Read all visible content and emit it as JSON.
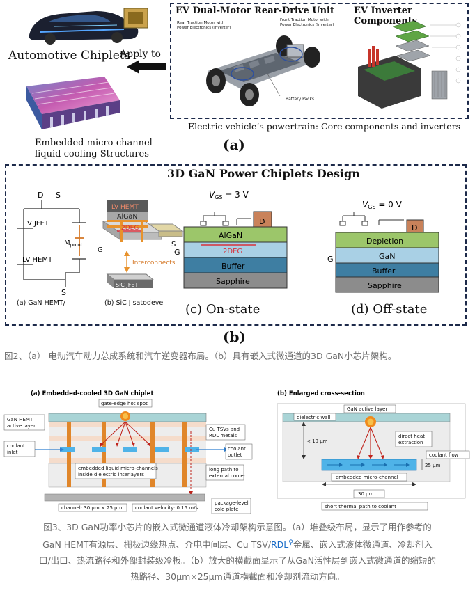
{
  "fig_a": {
    "automotive_chiplets": "Automotive Chiplets",
    "apply_to": "Apply to",
    "cooling_line1": "Embedded micro-channel",
    "cooling_line2": "liquid cooling Structures",
    "ev_unit_title": "EV Dual-Motor Rear-Drive Unit",
    "inverter_title": "EV Inverter Components",
    "rear_motor": "Rear Traction Motor with\nPower Electronics (Inverter)",
    "front_motor": "Front Traction Motor with\nPower Electronics (Inverter)",
    "battery_packs": "Battery Packs",
    "powertrain_caption": "Electric vehicle’s powertrain: Core components and inverters",
    "label": "(a)"
  },
  "fig_b": {
    "title": "3D GaN Power Chiplets Design",
    "circuit": {
      "d": "D",
      "s_top": "S",
      "iv_jfet": "IV JFET",
      "lv_hemt": "LV HEMT",
      "m_point": "M",
      "m_point_sub": "point",
      "s_bottom": "S",
      "caption": "(a) GaN HEMT/"
    },
    "stack": {
      "lv_hemt": "LV HEMT",
      "algan": "AlGaN",
      "deg": "2DEG",
      "g": "G",
      "s": "S",
      "interconnects": "Interconnects",
      "sic_jfet": "SiC JFET",
      "caption": "(b) SiC J satodeve"
    },
    "on_state": {
      "vgs": "V",
      "vgs_sub": "GS",
      "vgs_val": " = 3 V",
      "d": "D",
      "g": "G",
      "algan": "AlGaN",
      "deg": "2DEG",
      "buffer": "Buffer",
      "sapphire": "Sapphire",
      "caption": "(c) On-state"
    },
    "off_state": {
      "vgs": "V",
      "vgs_sub": "GS",
      "vgs_val": " = 0 V",
      "d": "D",
      "g": "G",
      "depletion": "Depletion",
      "gan": "GaN",
      "buffer": "Buffer",
      "sapphire": "Sapphire",
      "caption": "(d) Off-state"
    },
    "label": "(b)"
  },
  "caption2": "图2、（a） 电动汽车动力总成系统和汽车逆变器布局。（b）具有嵌入式微通道的3D GaN小芯片架构。",
  "fig3a": {
    "title": "(a) Embedded-cooled 3D GaN chiplet",
    "hotspot": "gate-edge hot spot",
    "active_layer_1": "GaN HEMT",
    "active_layer_2": "active layer",
    "tsv_1": "Cu TSVs and",
    "tsv_2": "RDL metals",
    "inlet_1": "coolant",
    "inlet_2": "inlet",
    "outlet_1": "coolant",
    "outlet_2": "outlet",
    "channels_1": "embedded liquid micro-channels",
    "channels_2": "inside dielectric interlayers",
    "long_path_1": "long path to",
    "long_path_2": "external cooler",
    "cold_plate_1": "package-level",
    "cold_plate_2": "cold plate",
    "channel_dim": "channel: 30 μm × 25 μm",
    "velocity": "coolant velocity: 0.15 m/s"
  },
  "fig3b": {
    "title": "(b) Enlarged cross-section",
    "active_layer": "GaN active layer",
    "dielectric_wall": "dielectric wall",
    "lt10": "< 10 μm",
    "heat_1": "direct heat",
    "heat_2": "extraction",
    "coolant_flow": "coolant flow",
    "dim_25": "25 μm",
    "microchannel": "embedded micro-channel",
    "dim_30": "30 μm",
    "thermal_path": "short thermal path to coolant"
  },
  "caption3": {
    "line1": "图3、3D GaN功率小芯片的嵌入式微通道液体冷却架构示意图。（a）堆叠级布局，显示了用作参考的",
    "line2a": "GaN HEMT有源层、栅极边缘热点、介电中间层、Cu TSV/",
    "rdl_link": "RDL",
    "line2b": "金属、嵌入式液体微通道、冷却剂入",
    "line3": "口/出口、热流路径和外部封装级冷板。（b）放大的横截面显示了从GaN活性层到嵌入式微通道的缩短的",
    "line4": "热路径、30μm×25μm通道横截面和冷却剂流动方向。"
  },
  "colors": {
    "dashed_border": "#1d2a4a",
    "algan_green": "#9cc66a",
    "gan_blue": "#a9d0e5",
    "buffer_teal": "#3e7ea2",
    "sapphire_gray": "#8c8c8c",
    "drain_orange": "#c9825a",
    "hotspot_orange": "#f08a1c",
    "caption_gray": "#6b6b6b",
    "link_blue": "#1a6cc7"
  }
}
